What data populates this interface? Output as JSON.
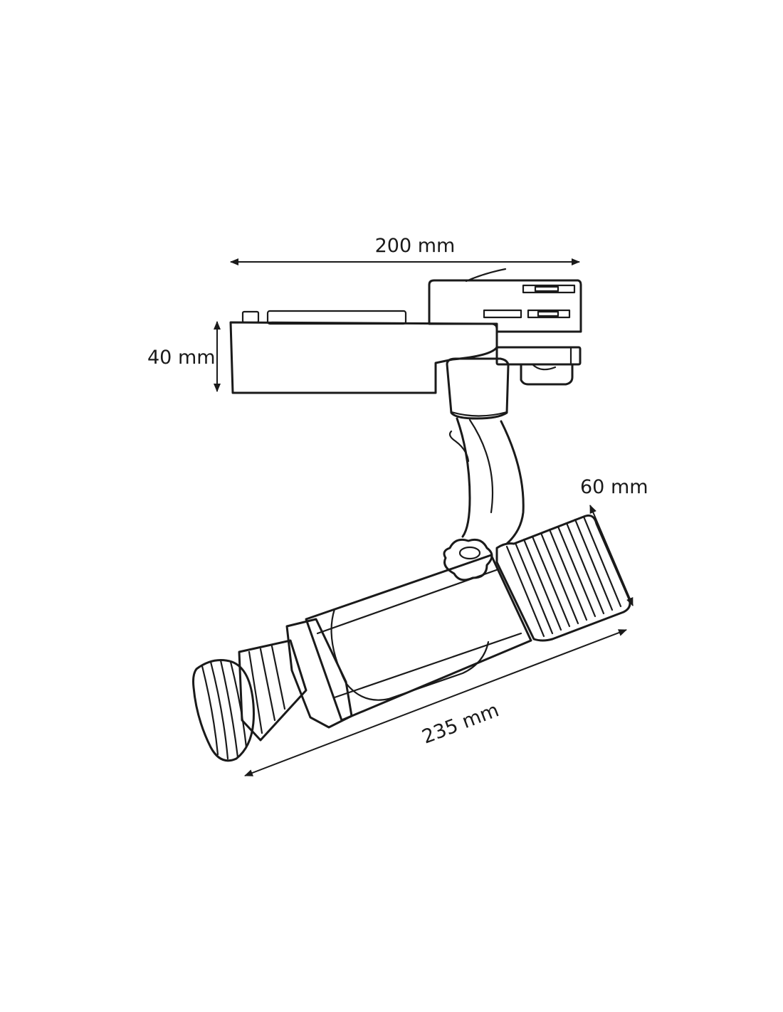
{
  "dimensions": {
    "width_label": "200 mm",
    "height_label": "40 mm",
    "diameter_label": "60 mm",
    "length_label": "235 mm"
  },
  "colors": {
    "line": "#1a1a1a",
    "background": "#ffffff"
  }
}
